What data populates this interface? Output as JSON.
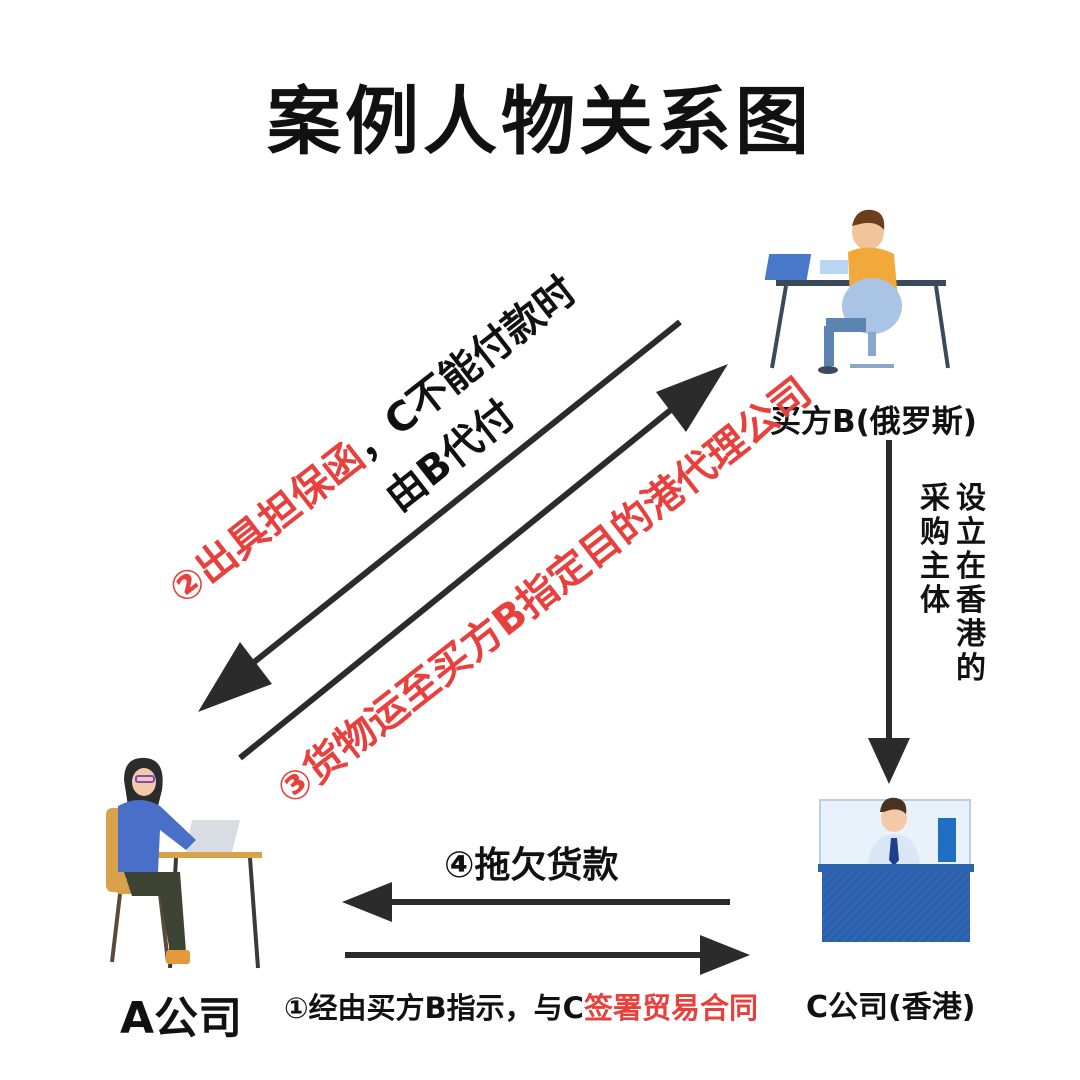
{
  "title": "案例人物关系图",
  "nodes": {
    "a": {
      "label": "A公司"
    },
    "b": {
      "label": "买方B(俄罗斯)"
    },
    "c": {
      "label": "C公司(香港)"
    }
  },
  "relations": {
    "r1": {
      "prefix": "①经由买方B指示，与C",
      "highlight": "签署贸易合同"
    },
    "r2": {
      "number": "②",
      "highlight": "出具担保函",
      "text_line1": "，C不能付款时",
      "text_line2": "由B代付"
    },
    "r3": {
      "number": "③",
      "highlight": "货物运至买方B指定目的港代理公司"
    },
    "r4": {
      "text": "④拖欠货款"
    },
    "b_to_c": {
      "col1": "设立在香港的",
      "col2": "采购主体"
    }
  },
  "colors": {
    "highlight": "#e8403d",
    "arrow": "#2b2b2b"
  }
}
